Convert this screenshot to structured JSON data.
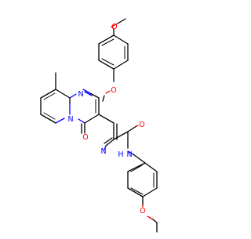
{
  "colors": {
    "carbon": "#000000",
    "nitrogen": "#0000ff",
    "oxygen": "#ff0000",
    "background": "#ffffff"
  },
  "atoms": {
    "o_methoxy": "O",
    "o_ether": "O",
    "o_ketone": "O",
    "o_amide": "O",
    "o_ethoxy": "O",
    "n_ring_top": "N",
    "n_ring_bridge": "N",
    "n_nitrile": "N",
    "n_amide": "N",
    "h_amide": "H"
  }
}
